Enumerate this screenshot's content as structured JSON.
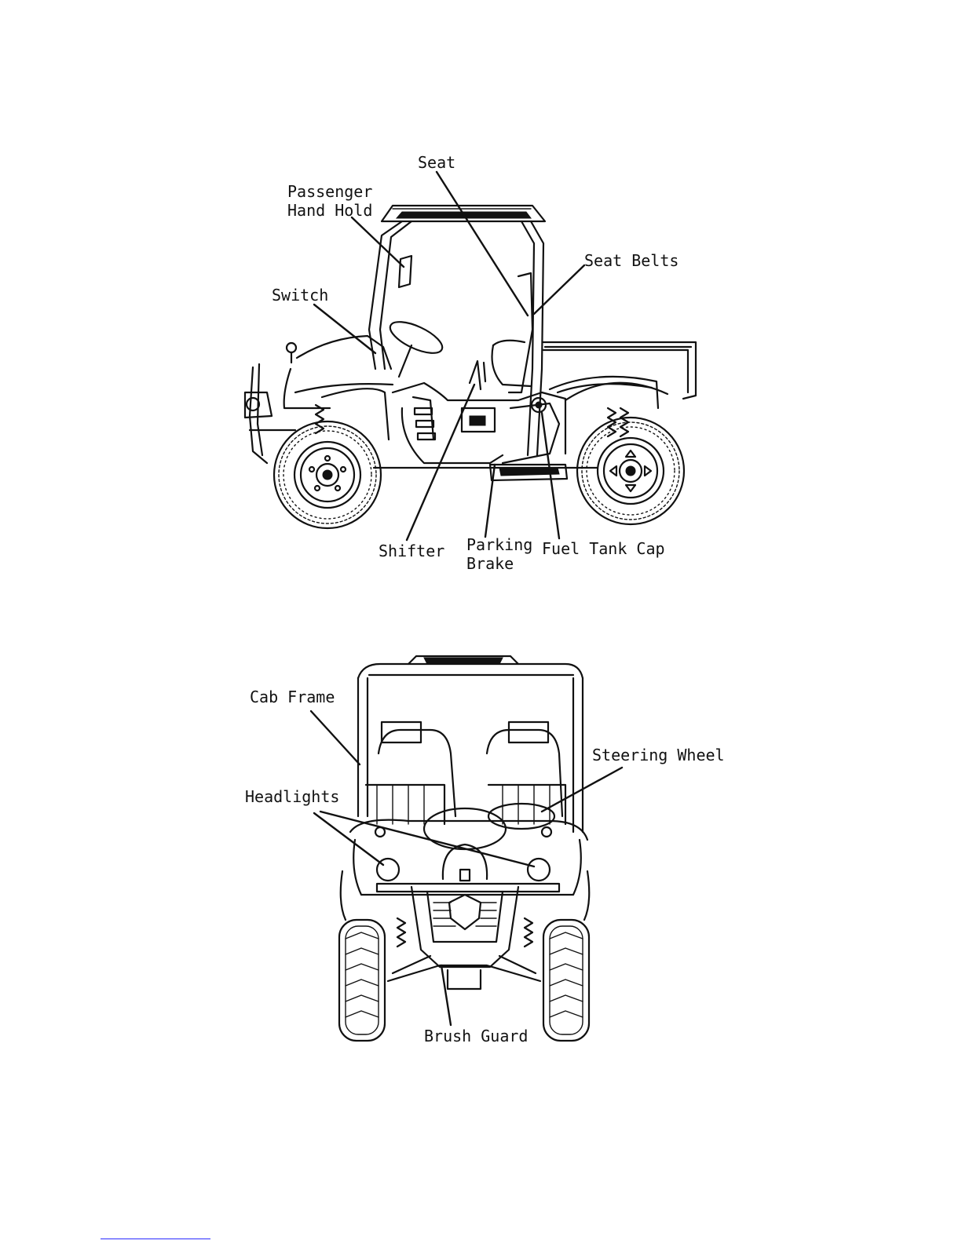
{
  "side_view": {
    "labels": {
      "seat": "Seat",
      "passenger_hand_hold": [
        "Passenger",
        "Hand Hold"
      ],
      "seat_belts": "Seat Belts",
      "switch": "Switch",
      "shifter": "Shifter",
      "parking_brake": [
        "Parking",
        "Brake"
      ],
      "fuel_tank_cap": "Fuel Tank Cap"
    }
  },
  "front_view": {
    "labels": {
      "cab_frame": "Cab Frame",
      "steering_wheel": "Steering Wheel",
      "headlights": "Headlights",
      "brush_guard": "Brush Guard"
    }
  },
  "colors": {
    "line": "#111111",
    "footer_rule": "#2a2aff"
  }
}
